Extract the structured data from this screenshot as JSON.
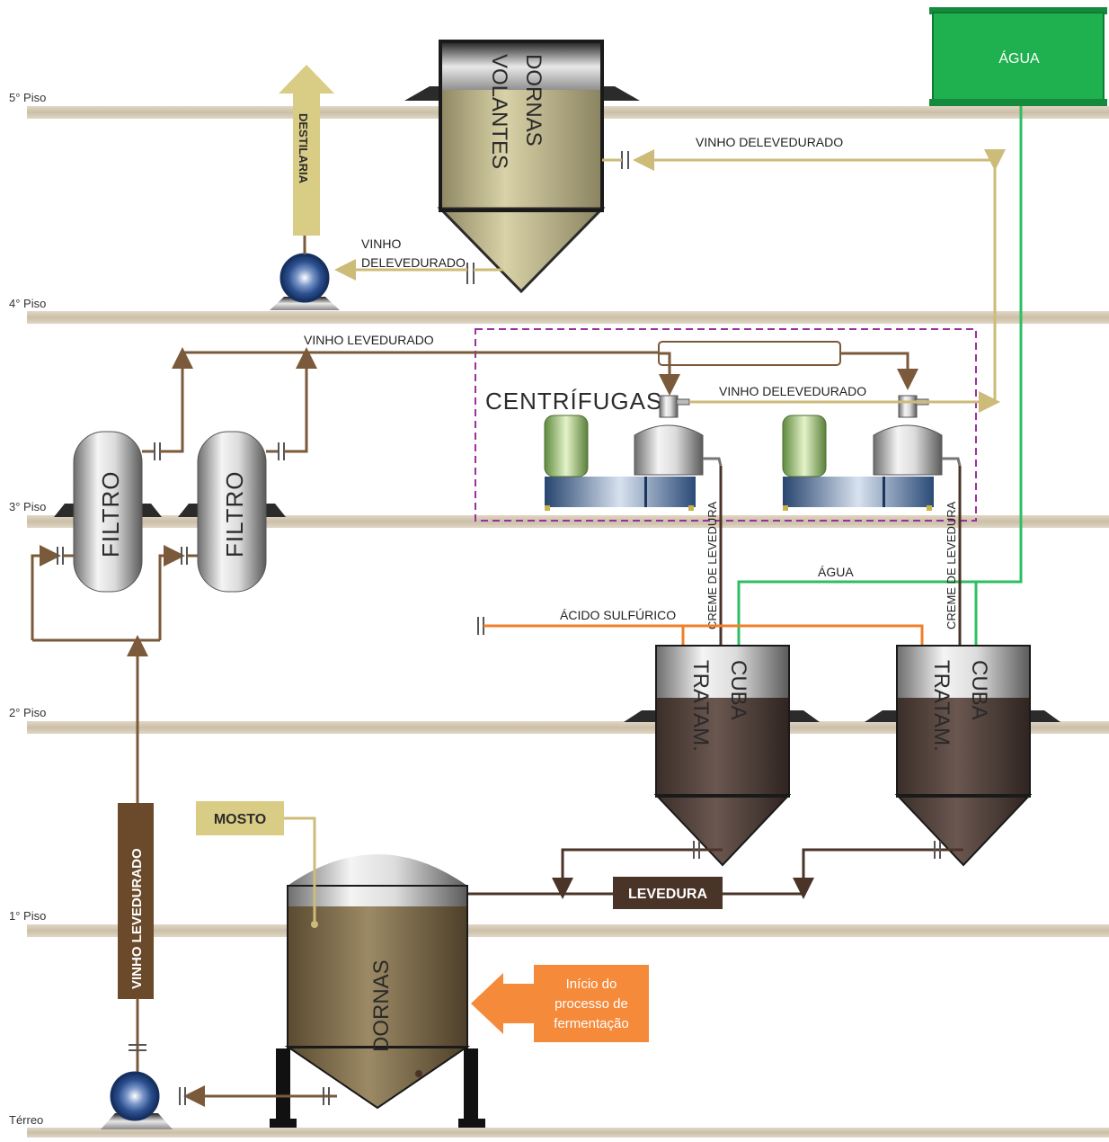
{
  "floors": [
    "5° Piso",
    "4° Piso",
    "3° Piso",
    "2° Piso",
    "1° Piso",
    "Térreo"
  ],
  "tanks": {
    "agua": "ÁGUA",
    "dornas_volantes_line1": "DORNAS",
    "dornas_volantes_line2": "VOLANTES",
    "filtro1": "FILTRO",
    "filtro2": "FILTRO",
    "cuba1_line1": "CUBA",
    "cuba1_line2": "TRATAM.",
    "cuba2_line1": "CUBA",
    "cuba2_line2": "TRATAM.",
    "dornas": "DORNAS"
  },
  "labels": {
    "destilaria": "DESTILARIA",
    "vinho_delevedurado_top": "VINHO DELEVEDURADO",
    "vinho_delevedurado_pump_line1": "VINHO",
    "vinho_delevedurado_pump_line2": "DELEVEDURADO",
    "vinho_levedurado_top": "VINHO LEVEDURADO",
    "vinho_delevedurado_centrifuge": "VINHO DELEVEDURADO",
    "centrifugas": "CENTRÍFUGAS",
    "agua_line": "ÁGUA",
    "acido_sulfurico": "ÁCIDO SULFÚRICO",
    "creme_levedura_1": "CREME DE LEVEDURA",
    "creme_levedura_2": "CREME DE LEVEDURA",
    "mosto": "MOSTO",
    "levedura": "LEVEDURA",
    "vinho_levedurado_vertical": "VINHO LEVEDURADO",
    "inicio_line1": "Início do",
    "inicio_line2": "processo de",
    "inicio_line3": "fermentação"
  },
  "colors": {
    "brown_line": "#7a5a3a",
    "tan_line": "#cdbb7a",
    "green_line": "#2fbf63",
    "orange_line": "#f07f2a",
    "agua_box": "#1fb04f",
    "mosto_box": "#d9cc84",
    "levedura_box": "#4a3428",
    "vinho_levedurado_box": "#6a4a2a",
    "orange_box": "#f58a3a",
    "centrifuge_border": "#9b2fa0"
  }
}
